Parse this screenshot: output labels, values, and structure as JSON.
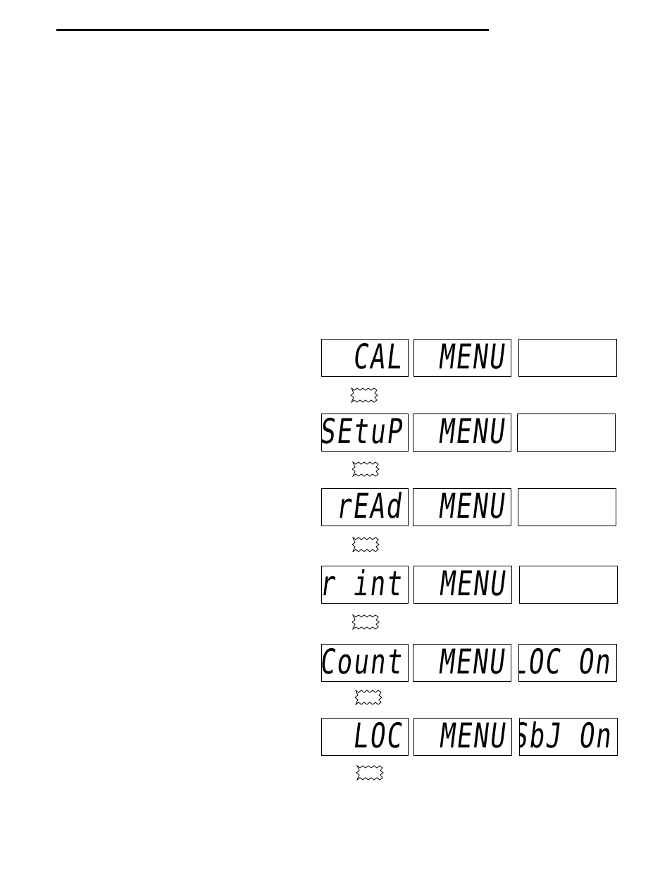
{
  "rows": [
    {
      "display1": "CAL",
      "display2": "MENU",
      "display3": "",
      "key_icon": "starburst-key-icon"
    },
    {
      "display1": "SEtuP",
      "display2": "MENU",
      "display3": "",
      "key_icon": "starburst-key-icon"
    },
    {
      "display1": "rEAd",
      "display2": "MENU",
      "display3": "",
      "key_icon": "starburst-key-icon"
    },
    {
      "display1": "Pr int",
      "display2": "MENU",
      "display3": "",
      "key_icon": "starburst-key-icon"
    },
    {
      "display1": "Count",
      "display2": "MENU",
      "display3": "LOC On",
      "key_icon": "starburst-key-icon"
    },
    {
      "display1": "LOC",
      "display2": "MENU",
      "display3": "SbJ On",
      "key_icon": "starburst-key-icon"
    }
  ]
}
